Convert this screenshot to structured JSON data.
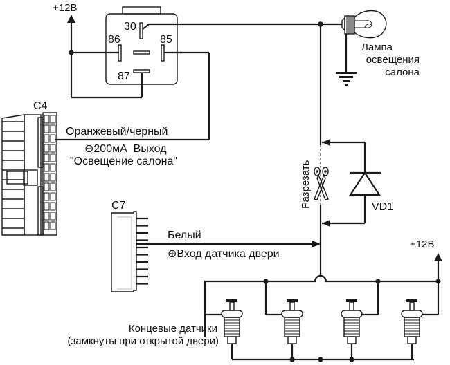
{
  "diagram": {
    "type": "wiring-diagram",
    "power_labels": {
      "top_left": "+12В",
      "bottom_right": "+12В"
    },
    "relay": {
      "pins": {
        "p30": "30",
        "p86": "86",
        "p85": "85",
        "p87": "87"
      }
    },
    "lamp": {
      "label_lines": [
        "Лампа",
        "освещения",
        "салона"
      ]
    },
    "connector_c4": {
      "label": "C4",
      "wire_color": "Оранжевый/черный",
      "output_spec": "⊖200мА  Выход",
      "output_name": "\"Освещение салона\""
    },
    "connector_c7": {
      "label": "C7",
      "wire_color": "Белый",
      "input_name": "⊕Вход датчика двери"
    },
    "cut_label": "Разрезать",
    "diode_label": "VD1",
    "door_switches": {
      "count": 4,
      "label_line1": "Концевые датчики",
      "label_line2": "(замкнуты при открытой двери)"
    }
  }
}
